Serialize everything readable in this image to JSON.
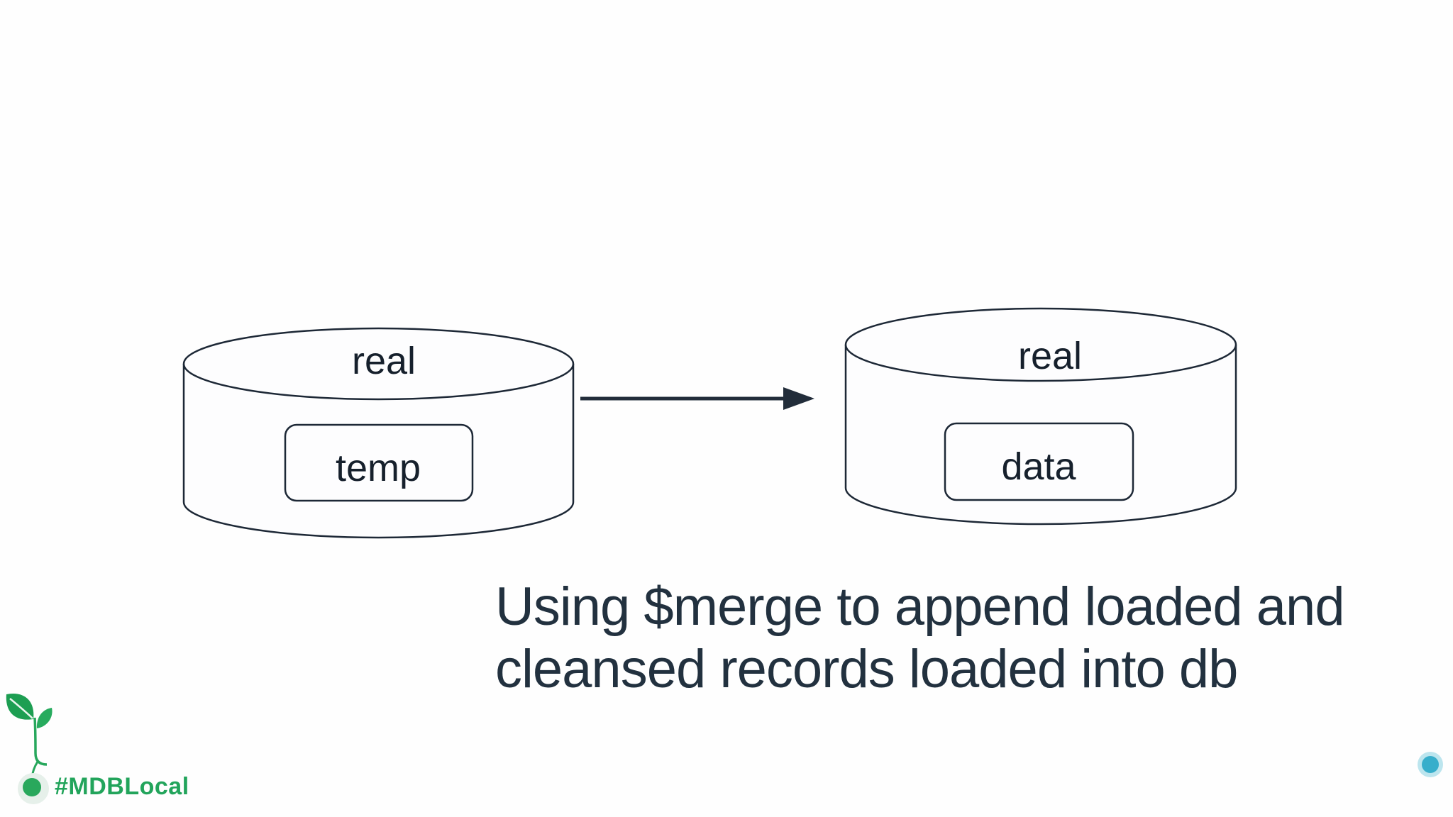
{
  "slide": {
    "type": "presentation-slide",
    "background": "#fefefe"
  },
  "diagram": {
    "source": {
      "db_label": "real",
      "collection_label": "temp"
    },
    "target": {
      "db_label": "real",
      "collection_label": "data"
    },
    "flow": "source-to-target"
  },
  "caption": {
    "line1": "Using $merge to append loaded and",
    "line2": "cleansed records loaded into db"
  },
  "footer": {
    "hashtag": "#MDBLocal"
  },
  "colors": {
    "ink": "#22313f",
    "outline": "#1d2836",
    "brand_green": "#23a85c",
    "teal": "#45b3c9",
    "halo_green": "#e6f0ea",
    "halo_teal": "#8fd3e2"
  },
  "icons": [
    "sprout-icon",
    "seed-dot-icon",
    "timeline-end-dot-icon",
    "merge-arrow-icon"
  ]
}
